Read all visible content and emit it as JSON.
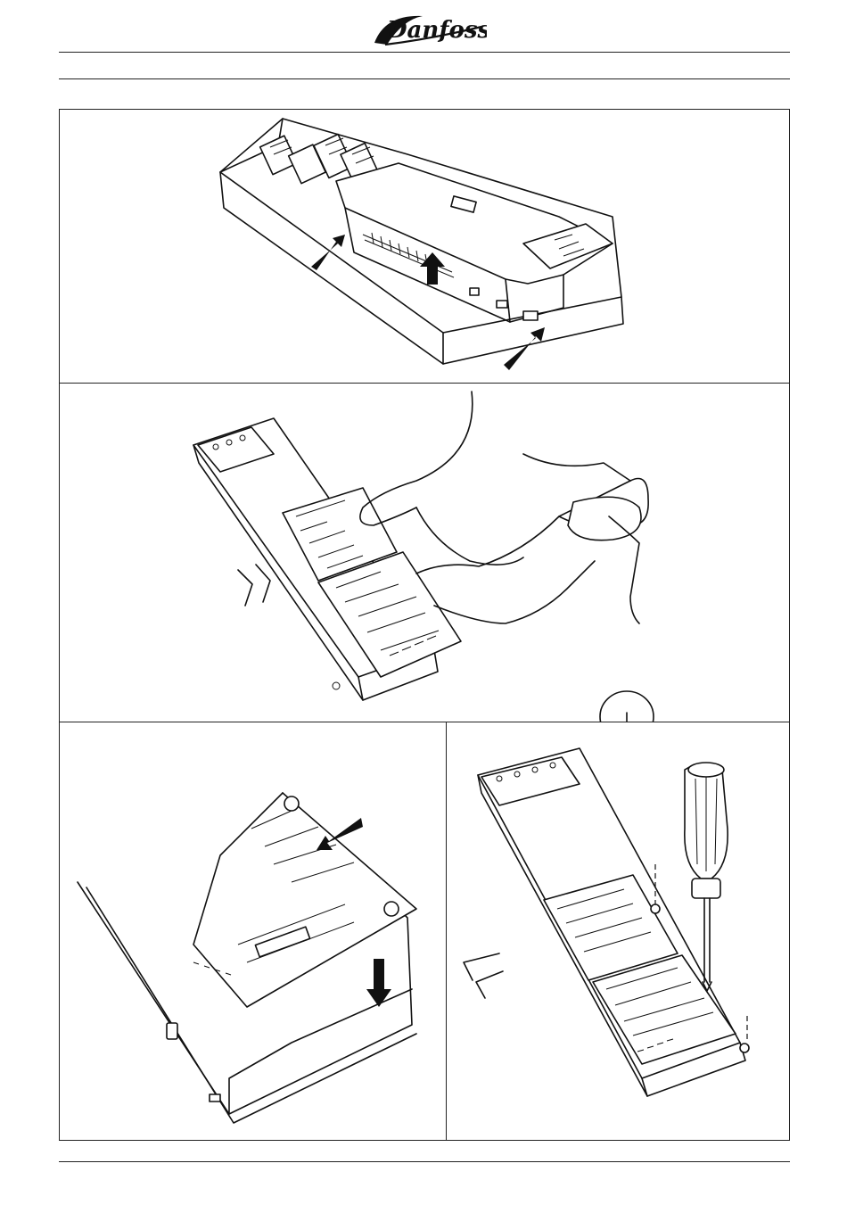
{
  "header": {
    "brand_logo_text": "Danfoss"
  },
  "figure": {
    "panels": [
      {
        "id": "top",
        "icons": [
          "press-arrow-icon",
          "lift-arrow-icon"
        ]
      },
      {
        "id": "middle",
        "icons": [
          "ground-symbol-icon"
        ]
      },
      {
        "id": "bottom-left",
        "icons": [
          "insert-arrow-icon",
          "down-arrow-icon"
        ]
      },
      {
        "id": "bottom-right",
        "icons": [
          "screwdriver-icon"
        ]
      }
    ]
  },
  "colors": {
    "ink": "#111111",
    "paper": "#ffffff"
  }
}
